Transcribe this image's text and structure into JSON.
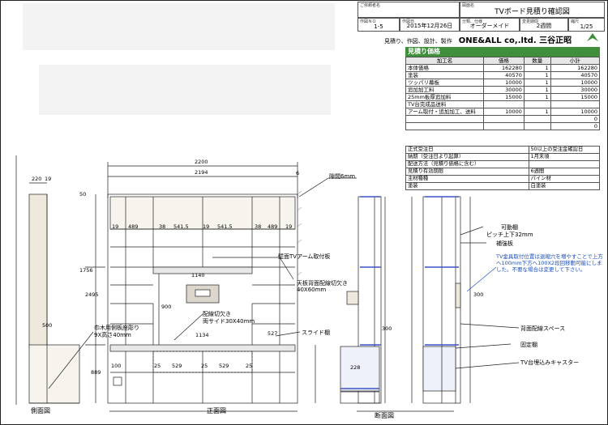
{
  "header": {
    "customer_label": "ご依頼者名",
    "drawing_label": "図面名",
    "drawing_title": "TVボード見積り確認図",
    "sheet_no_label": "作図ＮＯ",
    "sheet_no": "1-5",
    "date_label": "作図日",
    "date": "2015年12月26日",
    "type_label": "分類、仕様",
    "type": "オーダーメイド",
    "period_label": "変更期間",
    "period": "2週間",
    "scale_label": "縮尺",
    "scale": "1/25",
    "company_line": "見積り、作図、設計、製作",
    "company_name": "ONE&ALL co,.ltd.  三谷正昭"
  },
  "estimate": {
    "title": "見積り価格",
    "columns": [
      "加工名",
      "価格",
      "数量",
      "小計"
    ],
    "rows": [
      [
        "本体価格",
        "162280",
        "1",
        "162280"
      ],
      [
        "塗装",
        "40570",
        "1",
        "40570"
      ],
      [
        "ツッパリ幕板",
        "10000",
        "1",
        "10000"
      ],
      [
        "追加加工料",
        "30000",
        "1",
        "30000"
      ],
      [
        "25mm板厚追加料",
        "15000",
        "1",
        "15000"
      ],
      [
        "TV台完成品送料",
        "",
        "",
        ""
      ],
      [
        "アーム取付・追加加工、送料",
        "10000",
        "1",
        "10000"
      ],
      [
        "",
        "",
        "",
        "0"
      ],
      [
        "",
        "",
        "",
        "0"
      ]
    ]
  },
  "info": [
    [
      "正式受注日",
      "50以上の受注金確認日"
    ],
    [
      "納期（受注日より起算）",
      "1月末頃"
    ],
    [
      "配送方法（見積り価格に含む）",
      ""
    ],
    [
      "見積り有効期限",
      "6週間"
    ],
    [
      "主材種種",
      "パイン材"
    ],
    [
      "塗装",
      "白塗装"
    ]
  ],
  "dims": {
    "w2200": "2200",
    "w2194": "2194",
    "w220": "220",
    "w19": "19",
    "gap6": "6",
    "h50": "50",
    "h1756": "1756",
    "h2495": "2495",
    "w500": "500",
    "h889": "889",
    "s19a": "19",
    "s489a": "489",
    "s38": "38",
    "s5415a": "541.5",
    "s19b": "19",
    "s5415b": "541.5",
    "s38b": "38",
    "s489b": "489",
    "s19c": "19",
    "w1140": "1140",
    "h900": "900",
    "w1134": "1134",
    "w527": "527",
    "w100": "100",
    "w25a": "25",
    "w529a": "529",
    "w25b": "25",
    "w529b": "529",
    "w25c": "25",
    "w228": "228",
    "w300a": "300",
    "w300b": "300"
  },
  "callouts": {
    "gap": "隙間6mm",
    "wall_arm": "壁面TVアーム取付板",
    "top_cut": "天板背面配線切欠き",
    "top_cut_size": "40X60mm",
    "wire_cut": "配線切欠き",
    "wire_cut_size": "両サイド30X40mm",
    "side_cut": "巾木用側板座彫り",
    "side_cut_size": "9X高さ40mm",
    "slide": "スライド棚",
    "movable": "可動棚",
    "movable_pitch": "ピッチ上下32mm",
    "reinforce": "補強板",
    "back_space": "背面配線スペース",
    "fixed": "固定棚",
    "caster": "TV台埋込みキャスター"
  },
  "note": "TV金具取付位置は退縮穴を増やすことで上方へ100mm下方へ100X2段回移動可能にしました。不要な場合は変更して下さい。",
  "views": {
    "side": "側面図",
    "front": "正面図",
    "section": "断面図"
  },
  "colors": {
    "accent_green": "#3f8f3a",
    "note_blue": "#1d4fbf",
    "wood_face": "#efe8dc",
    "shelf_blue": "#3b53c4"
  }
}
